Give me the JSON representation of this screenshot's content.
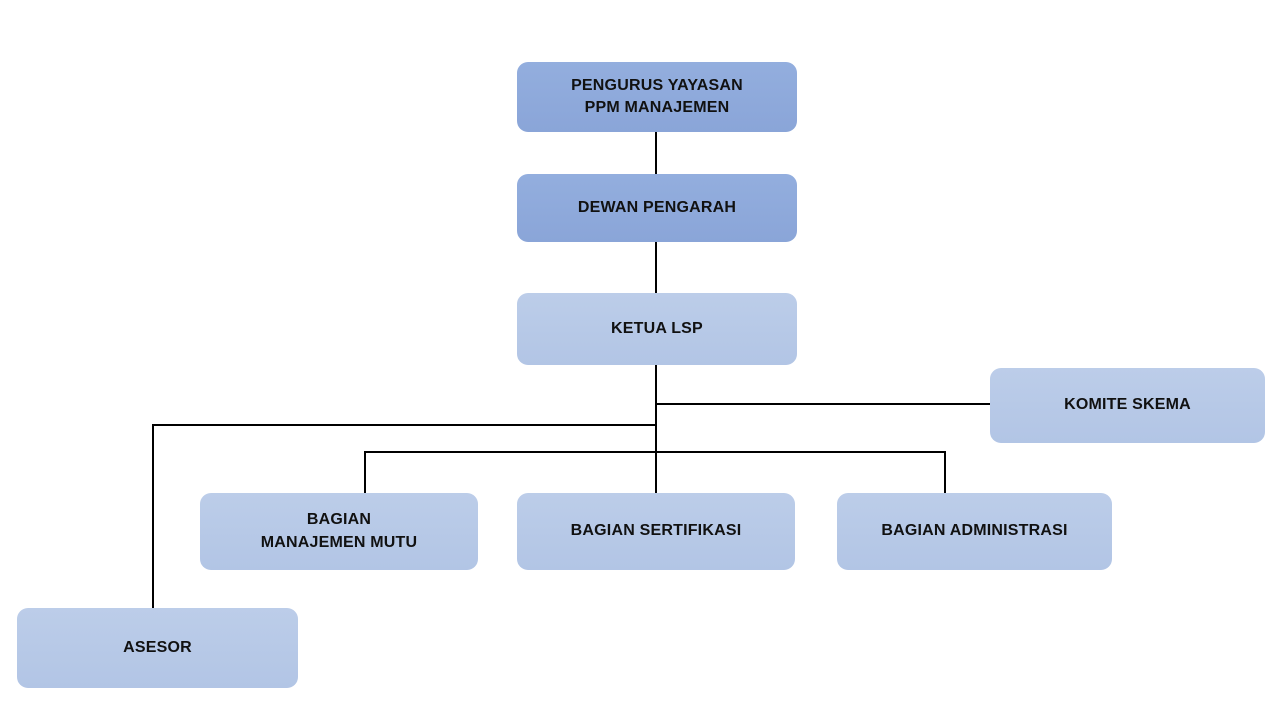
{
  "diagram": {
    "type": "org-chart",
    "colors": {
      "node_dark": "#8EAADB",
      "node_light": "#B4C7E7",
      "connector": "#000000",
      "text": "#111111",
      "background": "#FFFFFF"
    },
    "nodes": {
      "pengurus": {
        "id": "pengurus-yayasan",
        "label": "PENGURUS YAYASAN\nPPM MANAJEMEN",
        "level": 1,
        "style": "dark"
      },
      "dewan": {
        "id": "dewan-pengarah",
        "label": "DEWAN PENGARAH",
        "level": 2,
        "style": "dark"
      },
      "ketua": {
        "id": "ketua-lsp",
        "label": "KETUA LSP",
        "level": 3,
        "style": "light"
      },
      "komite": {
        "id": "komite-skema",
        "label": "KOMITE SKEMA",
        "level": 4,
        "style": "light"
      },
      "mutu": {
        "id": "bagian-manajemen-mutu",
        "label": "BAGIAN\nMANAJEMEN MUTU",
        "level": 5,
        "style": "light"
      },
      "sertifikasi": {
        "id": "bagian-sertifikasi",
        "label": "BAGIAN SERTIFIKASI",
        "level": 5,
        "style": "light"
      },
      "administrasi": {
        "id": "bagian-administrasi",
        "label": "BAGIAN ADMINISTRASI",
        "level": 5,
        "style": "light"
      },
      "asesor": {
        "id": "asesor",
        "label": "ASESOR",
        "level": 6,
        "style": "light"
      }
    },
    "edges": [
      {
        "from": "pengurus-yayasan",
        "to": "dewan-pengarah"
      },
      {
        "from": "dewan-pengarah",
        "to": "ketua-lsp"
      },
      {
        "from": "ketua-lsp",
        "to": "komite-skema"
      },
      {
        "from": "ketua-lsp",
        "to": "bagian-manajemen-mutu"
      },
      {
        "from": "ketua-lsp",
        "to": "bagian-sertifikasi"
      },
      {
        "from": "ketua-lsp",
        "to": "bagian-administrasi"
      },
      {
        "from": "ketua-lsp",
        "to": "asesor"
      }
    ]
  }
}
